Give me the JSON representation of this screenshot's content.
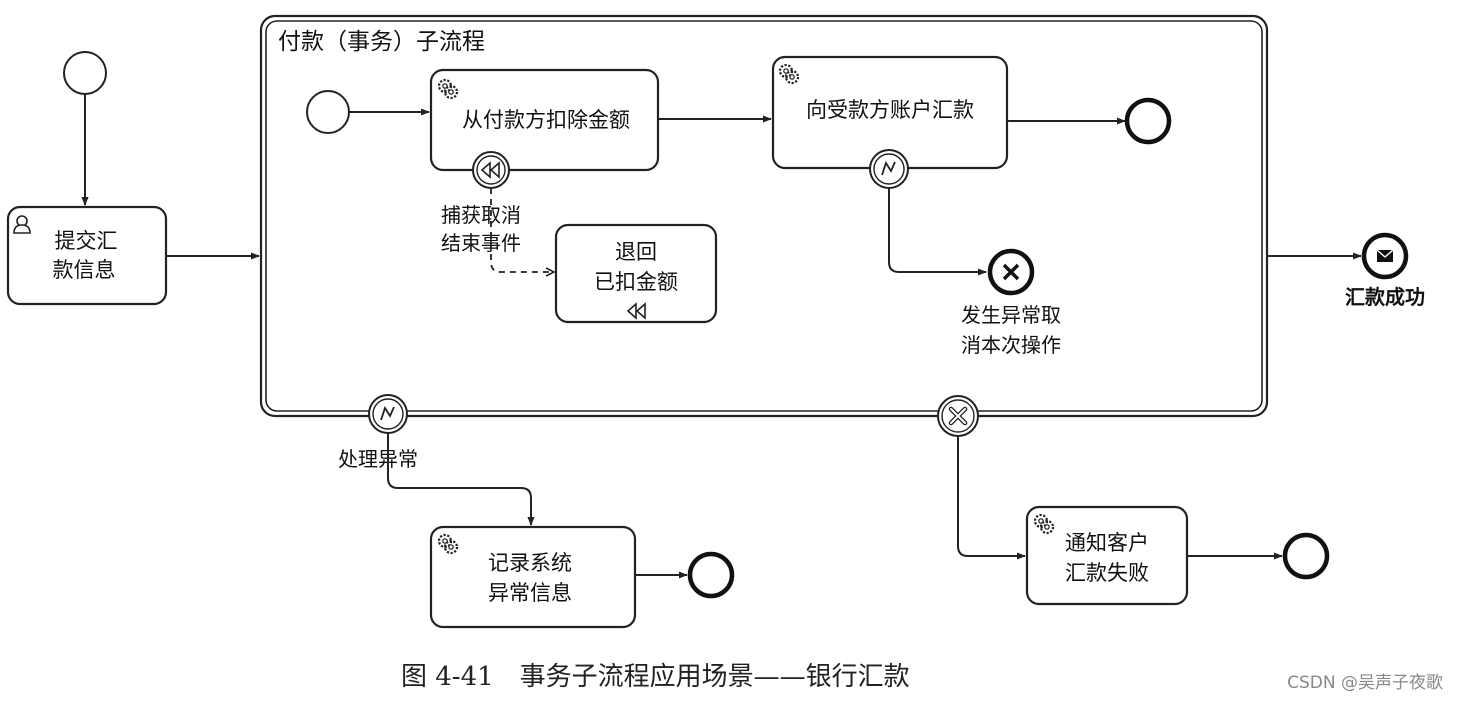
{
  "subprocess": {
    "title": "付款（事务）子流程"
  },
  "tasks": {
    "submit": [
      "提交汇",
      "款信息"
    ],
    "deduct": [
      "从付款方扣除金额"
    ],
    "remit": [
      "向受款方账户汇款"
    ],
    "refund": [
      "退回",
      "已扣金额"
    ],
    "log": [
      "记录系统",
      "异常信息"
    ],
    "notify": [
      "通知客户",
      "汇款失败"
    ]
  },
  "labels": {
    "catch_cancel": [
      "捕获取消",
      "结束事件"
    ],
    "cancel_end": [
      "发生异常取",
      "消本次操作"
    ],
    "success": "汇款成功",
    "handle_error": "处理异常"
  },
  "caption": "图 4-41　事务子流程应用场景——银行汇款",
  "watermark": "CSDN @吴声子夜歌",
  "icons": {
    "user": "user-task-icon",
    "service": "gear-icon",
    "compensation": "compensation-icon",
    "error": "error-icon",
    "cancel": "cancel-icon",
    "message": "message-icon"
  }
}
